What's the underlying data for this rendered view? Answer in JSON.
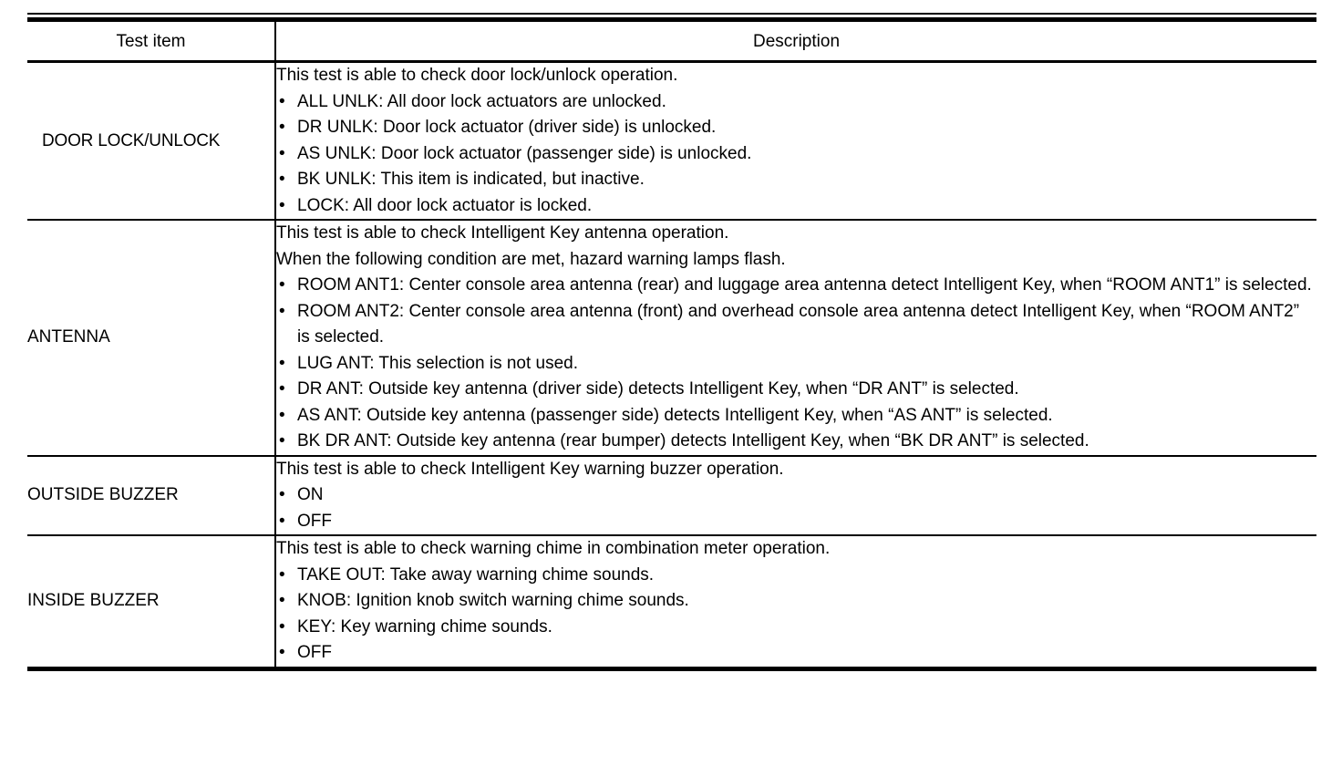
{
  "table": {
    "columns": [
      {
        "key": "test_item",
        "header": "Test item"
      },
      {
        "key": "description",
        "header": "Description"
      }
    ],
    "rows": [
      {
        "test_item": "DOOR LOCK/UNLOCK",
        "lead_lines": [
          "This test is able to check door lock/unlock operation."
        ],
        "bullets": [
          "ALL UNLK: All door lock actuators are unlocked.",
          "DR UNLK: Door lock actuator (driver side) is unlocked.",
          "AS UNLK: Door lock actuator (passenger side) is unlocked.",
          "BK UNLK: This item is indicated, but inactive.",
          "LOCK: All door lock actuator is locked."
        ]
      },
      {
        "test_item": "ANTENNA",
        "lead_lines": [
          "This test is able to check Intelligent Key antenna operation.",
          "When the following condition are met, hazard warning lamps flash."
        ],
        "bullets": [
          "ROOM ANT1: Center console area antenna (rear) and luggage area antenna detect Intelligent Key, when “ROOM ANT1” is selected.",
          "ROOM ANT2: Center console area antenna (front) and overhead console area antenna detect Intelligent Key, when “ROOM ANT2” is selected.",
          "LUG ANT: This selection is not used.",
          "DR ANT: Outside key antenna (driver side) detects Intelligent Key, when “DR ANT” is selected.",
          "AS ANT: Outside key antenna (passenger side) detects Intelligent Key, when “AS ANT” is selected.",
          "BK DR ANT: Outside key antenna (rear bumper) detects Intelligent Key, when “BK DR ANT” is selected."
        ]
      },
      {
        "test_item": "OUTSIDE BUZZER",
        "lead_lines": [
          "This test is able to check Intelligent Key warning buzzer operation."
        ],
        "bullets": [
          "ON",
          "OFF"
        ]
      },
      {
        "test_item": "INSIDE BUZZER",
        "lead_lines": [
          "This test is able to check warning chime in combination meter operation."
        ],
        "bullets": [
          "TAKE OUT: Take away warning chime sounds.",
          "KNOB: Ignition knob switch warning chime sounds.",
          "KEY: Key warning chime sounds.",
          "OFF"
        ]
      }
    ],
    "bullet_glyph": "•"
  },
  "colors": {
    "text": "#000000",
    "rule": "#000000",
    "background": "#ffffff"
  }
}
